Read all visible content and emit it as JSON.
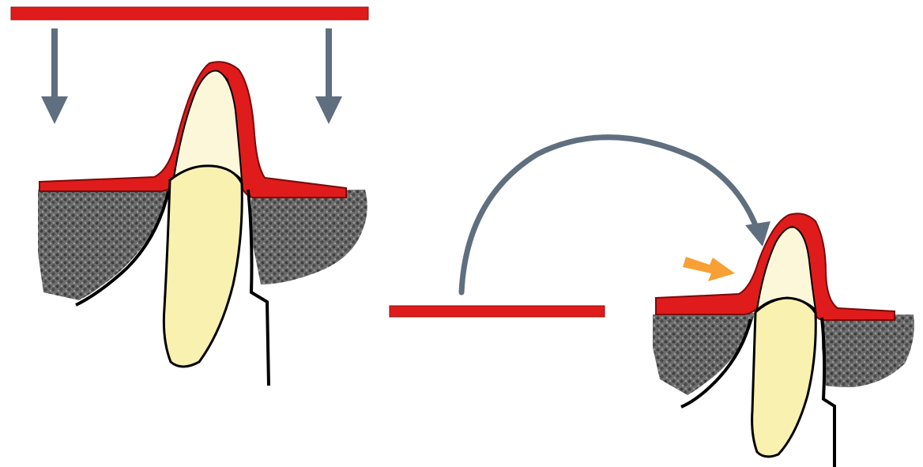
{
  "colors": {
    "membrane": "#e01b1b",
    "membrane_outline": "#7a0a0a",
    "arrow": "#5f6f7f",
    "highlight_arrow": "#f7a035",
    "crown": "#fdf7da",
    "root": "#f9f1b0",
    "bone": "#555555",
    "outline": "#000000"
  },
  "panels": [
    {
      "id": "left-panel",
      "description_icons": [
        "membrane-bar",
        "down-arrow",
        "down-arrow",
        "tooth",
        "bone"
      ]
    },
    {
      "id": "right-panel",
      "description_icons": [
        "membrane-bar",
        "curved-arrow",
        "highlight-arrow",
        "tooth",
        "bone"
      ]
    }
  ]
}
